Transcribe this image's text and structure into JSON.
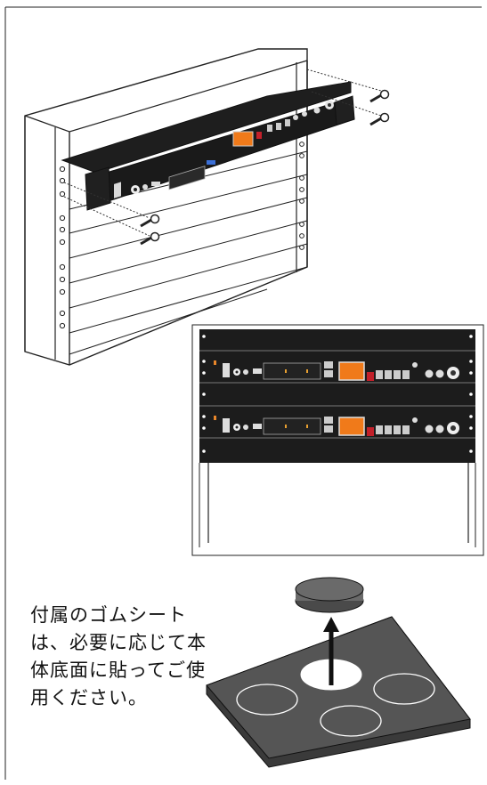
{
  "instruction": {
    "lines": [
      "付属のゴムシート",
      "は、必要に応じて本",
      "体底面に貼ってご使",
      "用ください。"
    ]
  },
  "illustrations": {
    "rack_install": "rack-mount-installation",
    "stacked_units": "two-units-in-rack",
    "rubber_sheet": "rubber-feet-attachment"
  },
  "colors": {
    "panel": "#1c1c1c",
    "display": "#f07a1a",
    "accent_red": "#c2202a",
    "rubber": "#6a6a6a",
    "rubber_sheet": "#555555"
  }
}
